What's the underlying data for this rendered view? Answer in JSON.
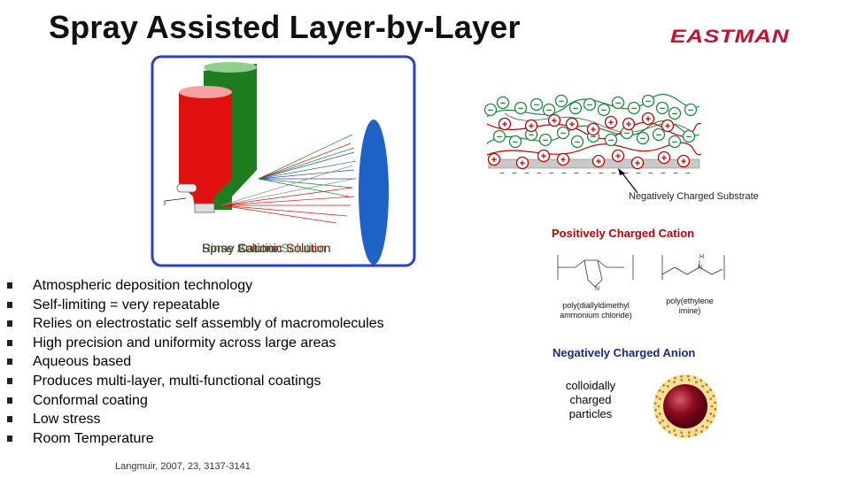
{
  "slide": {
    "title": "Spray Assisted Layer-by-Layer",
    "logo_text": "EASTMAN",
    "colors": {
      "accent_red": "#c8102e",
      "cation_red": "#c00000",
      "anion_green": "#1a8a3a",
      "frame_blue": "#2b3fc7"
    }
  },
  "spray_illustration": {
    "overlapping_labels": [
      "Spray Cationic Solution",
      "Rinse Solution",
      "Spray Anionic Solution"
    ]
  },
  "layer_diagram": {
    "substrate_label": "Negatively Charged Substrate",
    "cation_symbol": "+",
    "anion_symbol": "−"
  },
  "cation_section": {
    "heading": "Positively Charged Cation",
    "polymer_1": "poly(diallyldimethyl ammonium chloride)",
    "polymer_2": "poly(ethylene imine)"
  },
  "anion_section": {
    "heading": "Negatively Charged Anion",
    "particles_label": "colloidally charged particles"
  },
  "bullets": [
    "Atmospheric deposition technology",
    "Self-limiting = very repeatable",
    "Relies on electrostatic self assembly of macromolecules",
    "High precision and uniformity across large areas",
    "Aqueous based",
    "Produces multi-layer, multi-functional coatings",
    "Conformal coating",
    "Low stress",
    "Room Temperature"
  ],
  "citation": "Langmuir, 2007, 23, 3137-3141"
}
